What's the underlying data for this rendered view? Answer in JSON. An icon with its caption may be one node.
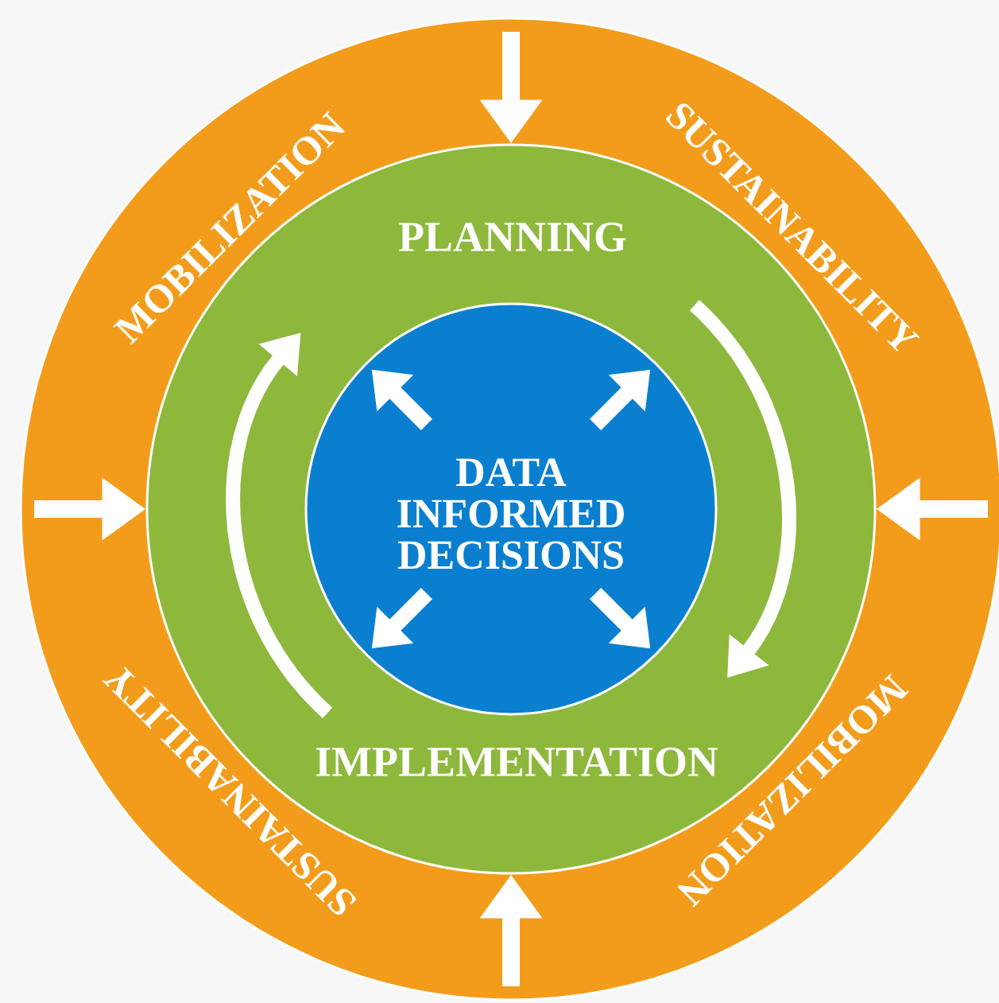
{
  "diagram": {
    "nodes": [
      {
        "text": [
          "MOBILIZATION",
          "SUSTAINABILITY",
          "MOBILIZATION",
          "SUSTAINABILITY"
        ]
      },
      {
        "text": [
          "PLANNING",
          "IMPLEMENTATION"
        ],
        "in": 0
      },
      {
        "text": [
          "DATA INFORMED DECISIONS"
        ],
        "in": 1
      }
    ],
    "edges": [
      {
        "from": null,
        "to": 1,
        "arrow": "to"
      },
      {
        "from": null,
        "to": 1,
        "arrow": "to"
      },
      {
        "from": null,
        "to": 1,
        "arrow": "to"
      },
      {
        "from": null,
        "to": 1,
        "arrow": "to"
      }
    ]
  }
}
